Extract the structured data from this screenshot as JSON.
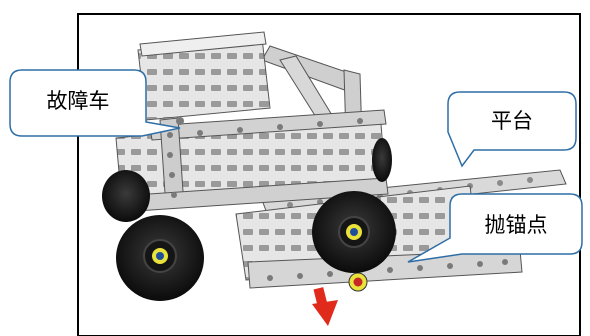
{
  "callouts": {
    "faulty_vehicle": "故障车",
    "platform": "平台",
    "anchor_point": "抛锚点"
  },
  "colors": {
    "frame_border": "#000000",
    "callout_stroke": "#2e6ea6",
    "callout_fill": "#ffffff",
    "beam_fill": "#dcdcdc",
    "beam_shade": "#b8b8b8",
    "panel_fill": "#f2f2f2",
    "tire": "#111111",
    "hub_yellow": "#e8e23a",
    "hub_blue": "#1f4f9c",
    "anchor_red": "#c62828",
    "arrow_red": "#e02a1c"
  }
}
